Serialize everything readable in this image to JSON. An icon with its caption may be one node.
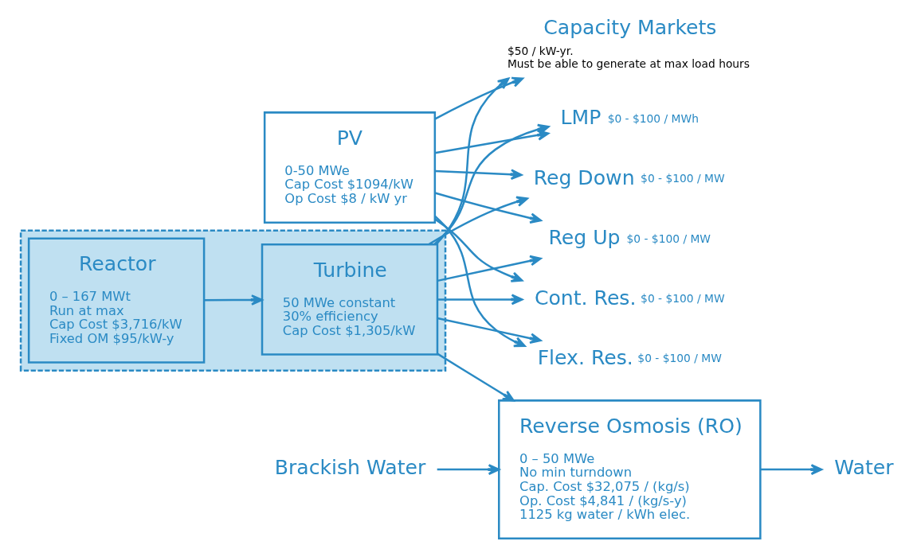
{
  "diagram": {
    "nodes": [
      {
        "text": [],
        "shape": "box"
      },
      {
        "text": [
          "Reactor",
          "0 – 167 MWt",
          "Run at max",
          "Cap Cost $3,716/kW",
          "Fixed OM $95/kW-y"
        ],
        "in": 0
      },
      {
        "text": [
          "Turbine",
          "50 MWe constant",
          "30% efficiency",
          "Cap Cost $1,305/kW"
        ],
        "in": 0
      },
      {
        "text": [
          "PV",
          "0-50 MWe",
          "Cap Cost $1094/kW",
          "Op Cost $8 / kW yr"
        ]
      },
      {
        "text": [
          "Capacity Markets"
        ],
        "beside": [
          "$50 / kW-yr.",
          "Must be able to generate at max load hours"
        ]
      },
      {
        "text": [
          "LMP"
        ],
        "beside": [
          "$0 - $100 / MWh"
        ]
      },
      {
        "text": [
          "Reg Down"
        ],
        "beside": [
          "$0 - $100 / MW"
        ]
      },
      {
        "text": [
          "Reg Up"
        ],
        "beside": [
          "$0 - $100 / MW"
        ]
      },
      {
        "text": [
          "Cont. Res."
        ],
        "beside": [
          "$0 - $100 / MW"
        ]
      },
      {
        "text": [
          "Flex. Res."
        ],
        "beside": [
          "$0 - $100 / MW"
        ]
      },
      {
        "text": [
          "Reverse Osmosis (RO)",
          "0 – 50 MWe",
          "No min turndown",
          "Cap. Cost $32,075 / (kg/s)",
          "Op. Cost $4,841 / (kg/s-y)",
          "1125 kg water / kWh elec."
        ]
      },
      {
        "text": [
          "Water"
        ]
      },
      {
        "text": [
          "Brackish Water"
        ]
      }
    ],
    "edges": [
      {
        "from": 1,
        "to": 2,
        "arrow": "to"
      },
      {
        "from": 2,
        "to": 4,
        "arrow": "to"
      },
      {
        "from": 3,
        "to": 4,
        "arrow": "to"
      },
      {
        "from": 2,
        "to": 5,
        "arrow": "to"
      },
      {
        "from": 2,
        "to": 6,
        "arrow": "to"
      },
      {
        "from": 2,
        "to": 7,
        "arrow": "to"
      },
      {
        "from": 2,
        "to": 8,
        "arrow": "to"
      },
      {
        "from": 2,
        "to": 9,
        "arrow": "to"
      },
      {
        "from": 3,
        "to": 5,
        "arrow": "to"
      },
      {
        "from": 3,
        "to": 6,
        "arrow": "to"
      },
      {
        "from": 3,
        "to": 7,
        "arrow": "to"
      },
      {
        "from": 3,
        "to": 8,
        "arrow": "to"
      },
      {
        "from": 3,
        "to": 9,
        "arrow": "to"
      },
      {
        "from": 2,
        "to": 10,
        "arrow": "to"
      },
      {
        "from": 10,
        "to": 11,
        "arrow": "to"
      },
      {
        "from": 12,
        "to": 10,
        "arrow": "to"
      }
    ]
  }
}
